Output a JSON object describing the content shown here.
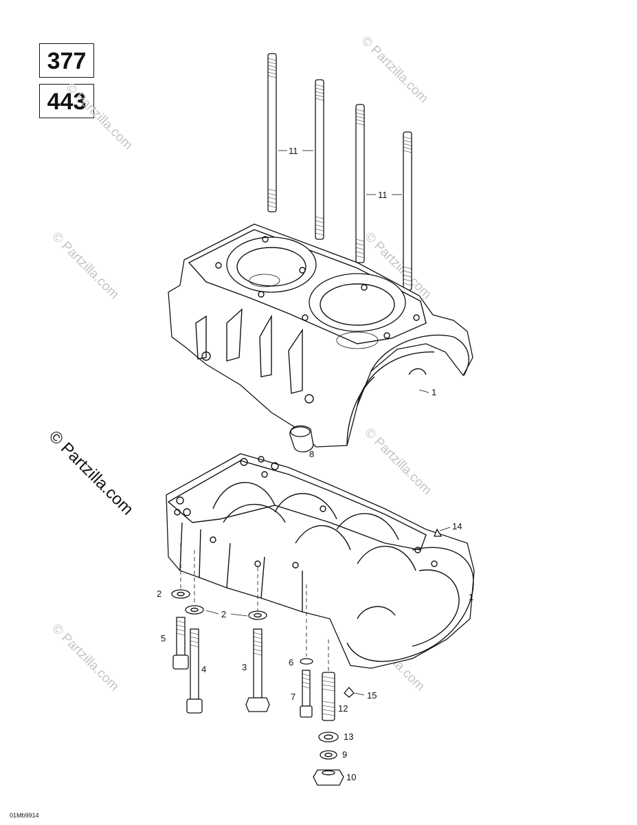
{
  "model_codes": [
    "377",
    "443"
  ],
  "callouts": {
    "c11a": "11",
    "c11b": "11",
    "c1_upper": "1",
    "c8": "8",
    "c14": "14",
    "c1_lower": "1",
    "c2a": "2",
    "c2b": "2",
    "c5": "5",
    "c4": "4",
    "c3": "3",
    "c6": "6",
    "c7": "7",
    "c12": "12",
    "c15": "15",
    "c13": "13",
    "c9": "9",
    "c10": "10"
  },
  "watermark": "© Partzilla.com",
  "diagram_code": "01Mb9914"
}
